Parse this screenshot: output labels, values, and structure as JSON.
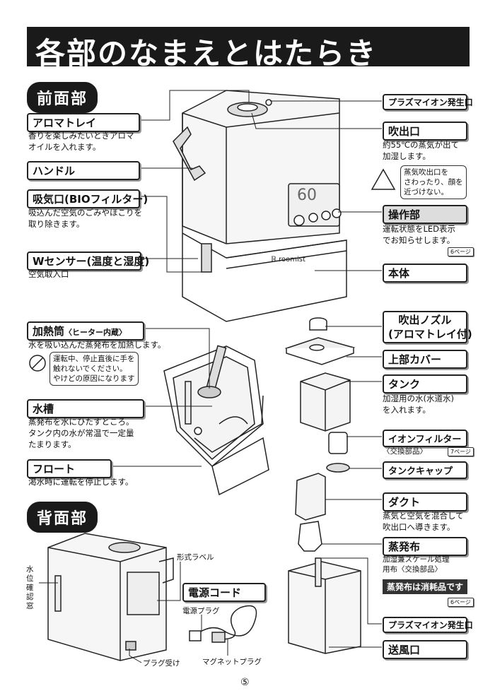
{
  "title": "各部のなまえとはたらき",
  "sections": {
    "front": "前面部",
    "back": "背面部"
  },
  "left_labels": {
    "aroma_tray": {
      "label": "アロマトレイ",
      "desc": [
        "香りを楽しみたいときアロマ",
        "オイルを入れます。"
      ]
    },
    "handle": {
      "label": "ハンドル"
    },
    "intake": {
      "label": "吸気口(BIOフィルター)",
      "desc": [
        "吸込んだ空気のごみやほこりを",
        "取り除きます。"
      ]
    },
    "w_sensor": {
      "label": "Wセンサー(温度と湿度)",
      "desc": [
        "空気取入口"
      ]
    },
    "heating_tube": {
      "label": "加熱筒",
      "sub": "〈ヒーター内蔵〉",
      "desc": [
        "水を吸い込んだ蒸発布を加熱します。"
      ],
      "warning": [
        "運転中、停止直後に手を",
        "触れないでください。",
        "やけどの原因になります"
      ]
    },
    "water_tank": {
      "label": "水槽",
      "desc": [
        "蒸発布を水にひたすところ。",
        "タンク内の水が常温で一定量",
        "たまります。"
      ]
    },
    "float": {
      "label": "フロート",
      "desc": [
        "渇水時に運転を停止します。"
      ]
    }
  },
  "right_labels": {
    "plasma_top": {
      "label": "プラズマイオン発生口"
    },
    "outlet": {
      "label": "吹出口",
      "desc": [
        "約55℃の蒸気が出て",
        "加湿します。"
      ],
      "warning": [
        "蒸気吹出口を",
        "さわったり、顔を",
        "近づけない。"
      ]
    },
    "controls": {
      "label": "操作部",
      "desc": [
        "運転状態をLED表示",
        "でお知らせします。"
      ],
      "ref": "6ページ"
    },
    "body": {
      "label": "本体"
    },
    "nozzle": {
      "label": "吹出ノズル",
      "label2": "(アロマトレイ付)"
    },
    "upper_cover": {
      "label": "上部カバー"
    },
    "tank": {
      "label": "タンク",
      "desc": [
        "加湿用の水(水道水)",
        "を入れます。"
      ]
    },
    "ion_filter": {
      "label": "イオンフィルター",
      "desc": [
        "〈交換部品〉"
      ],
      "ref": "7ページ"
    },
    "tank_cap": {
      "label": "タンクキャップ"
    },
    "duct": {
      "label": "ダクト",
      "desc": [
        "蒸気と空気を混合して",
        "吹出口へ導きます。"
      ]
    },
    "evap_cloth": {
      "label": "蒸発布",
      "desc": [
        "加湿兼スケール処理",
        "用布〈交換部品〉"
      ],
      "tag": "蒸発布は消耗品です",
      "ref": "6ページ"
    },
    "plasma_bottom": {
      "label": "プラズマイオン発生口"
    },
    "fan_outlet": {
      "label": "送風口"
    }
  },
  "back": {
    "water_window": "水位確認窓",
    "model_label": "形式ラベル",
    "power_cord": "電源コード",
    "power_plug": "電源プラグ",
    "plug_receiver": "プラグ受け",
    "magnet_plug": "マグネットプラグ"
  },
  "product": {
    "brand": "roomist",
    "display": "60",
    "unit": "%"
  },
  "page_number": "⑤"
}
